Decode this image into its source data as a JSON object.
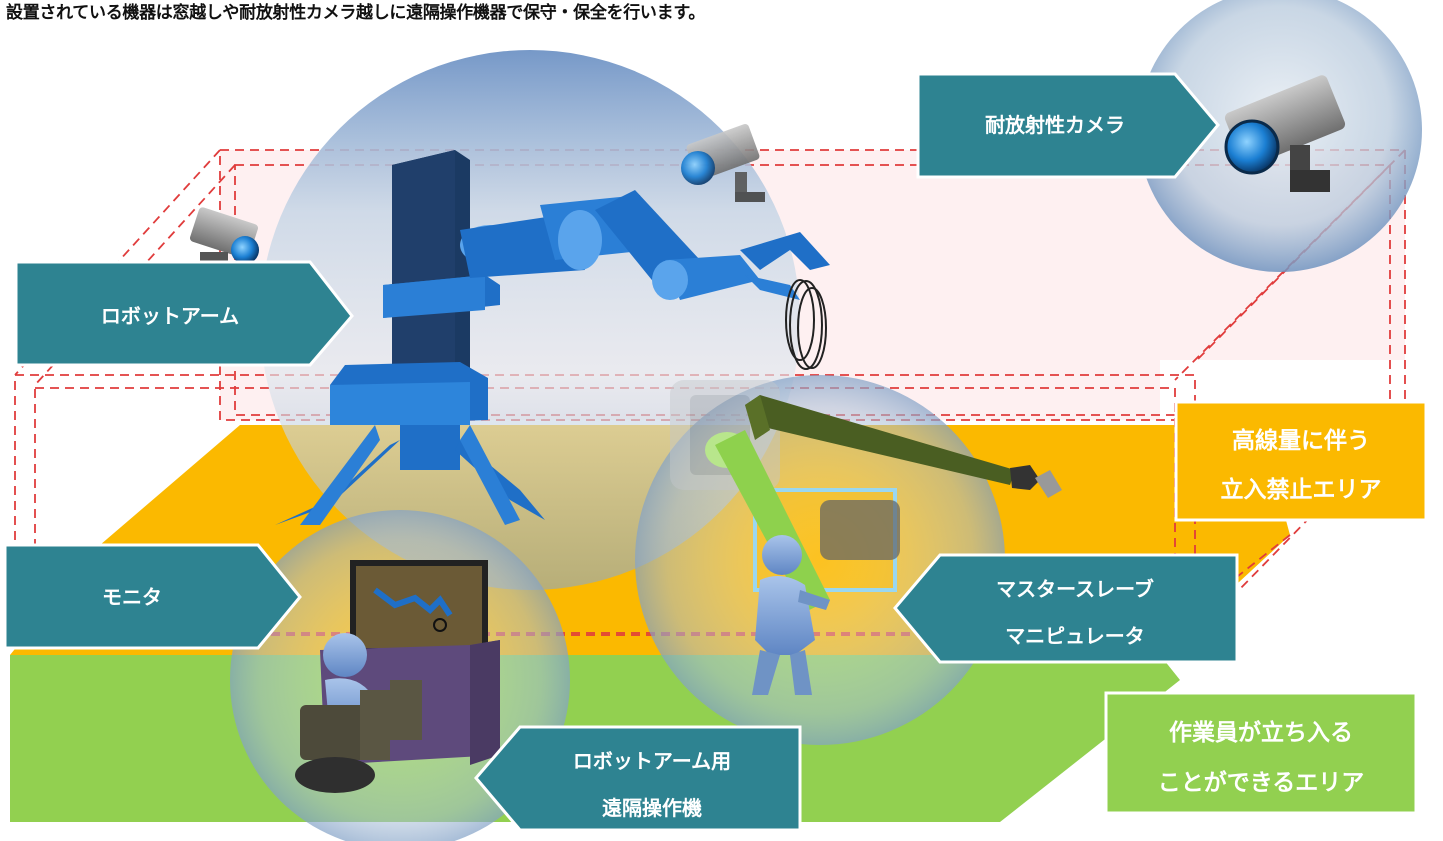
{
  "heading": "設置されている機器は窓越しや耐放射性カメラ越しに遠隔操作機器で保守・保全を行います。",
  "callouts": {
    "robot_arm": "ロボットアーム",
    "camera": "耐放射性カメラ",
    "monitor": "モニタ",
    "manipulator": [
      "マスタースレーブ",
      "マニピュレータ"
    ],
    "remote": [
      "ロボットアーム用",
      "遠隔操作機"
    ]
  },
  "areas": {
    "restricted": [
      "高線量に伴う",
      "立入禁止エリア"
    ],
    "worker": [
      "作業員が立ち入る",
      "ことができるエリア"
    ]
  },
  "colors": {
    "callout_fill": "#2e8391",
    "callout_border": "#ffffff",
    "restricted_zone": "#fbb900",
    "worker_zone": "#92d050",
    "dashed_box": "#e03c3c",
    "robot_blue": "#1f6fc7",
    "robot_dark": "#1b3a63",
    "manipulator_green": "#8ed14d",
    "manipulator_dark": "#4a5e22",
    "console_purple": "#5e4a7c"
  }
}
